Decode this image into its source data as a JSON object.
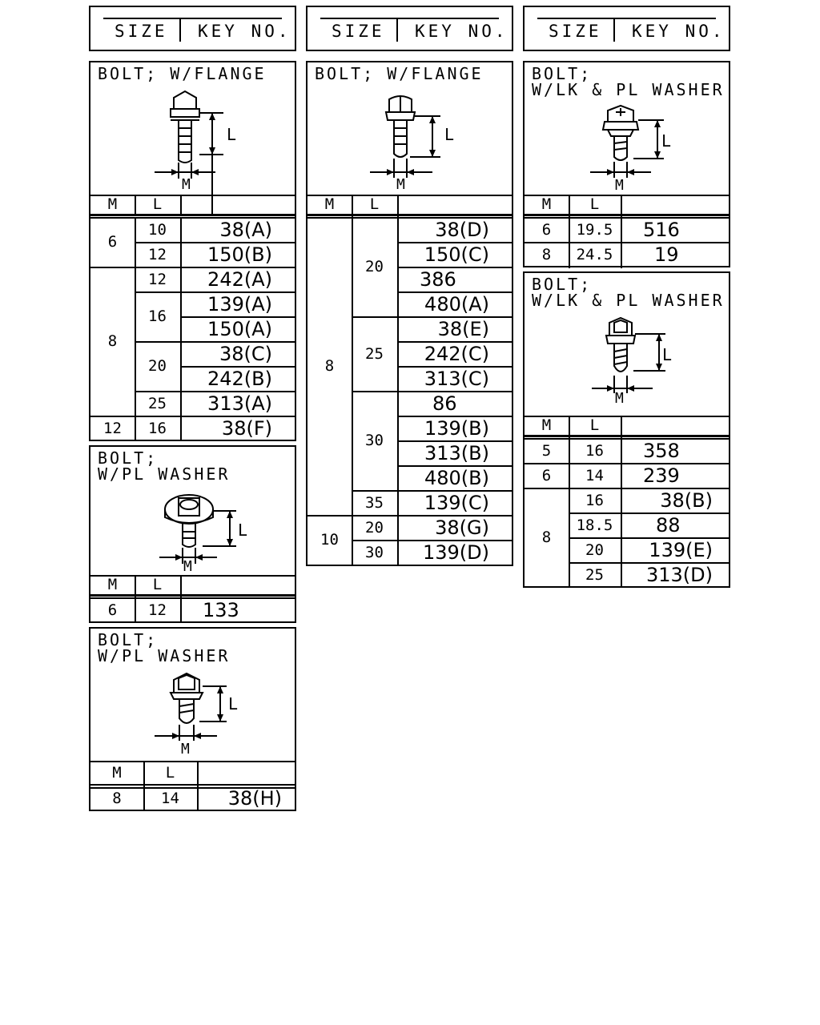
{
  "header": {
    "size_label": "SIZE",
    "key_label": "KEY NO."
  },
  "table_headers": {
    "m": "M",
    "l": "L"
  },
  "dims": {
    "l": "L",
    "m": "M"
  },
  "panels": {
    "p1": {
      "title": "BOLT; W/FLANGE",
      "m": [
        "6",
        "8",
        "12"
      ],
      "l": [
        "10",
        "12",
        "12",
        "16",
        "20",
        "25",
        "16"
      ],
      "keys": [
        "38(A)",
        "150(B)",
        "242(A)",
        "139(A)",
        "150(A)",
        "38(C)",
        "242(B)",
        "313(A)",
        "38(F)"
      ]
    },
    "p2": {
      "title": "BOLT;\nW/PL WASHER",
      "m": [
        "6"
      ],
      "l": [
        "12"
      ],
      "keys": [
        "133"
      ]
    },
    "p3": {
      "title": "BOLT;\nW/PL WASHER",
      "m": [
        "8"
      ],
      "l": [
        "14"
      ],
      "keys": [
        "38(H)"
      ]
    },
    "p4": {
      "title": "BOLT; W/FLANGE",
      "m": [
        "8",
        "10"
      ],
      "l": [
        "20",
        "25",
        "30",
        "35",
        "20",
        "30"
      ],
      "keys": [
        "38(D)",
        "150(C)",
        "386",
        "480(A)",
        "38(E)",
        "242(C)",
        "313(C)",
        "86",
        "139(B)",
        "313(B)",
        "480(B)",
        "139(C)",
        "38(G)",
        "139(D)"
      ]
    },
    "p5": {
      "title": "BOLT;\nW/LK & PL WASHER",
      "m": [
        "6",
        "8"
      ],
      "l": [
        "19.5",
        "24.5"
      ],
      "keys": [
        "516",
        "19"
      ]
    },
    "p6": {
      "title": "BOLT;\nW/LK & PL WASHER",
      "m": [
        "5",
        "6",
        "8"
      ],
      "l": [
        "16",
        "14",
        "16",
        "18.5",
        "20",
        "25"
      ],
      "keys": [
        "358",
        "239",
        "38(B)",
        "88",
        "139(E)",
        "313(D)"
      ]
    }
  }
}
